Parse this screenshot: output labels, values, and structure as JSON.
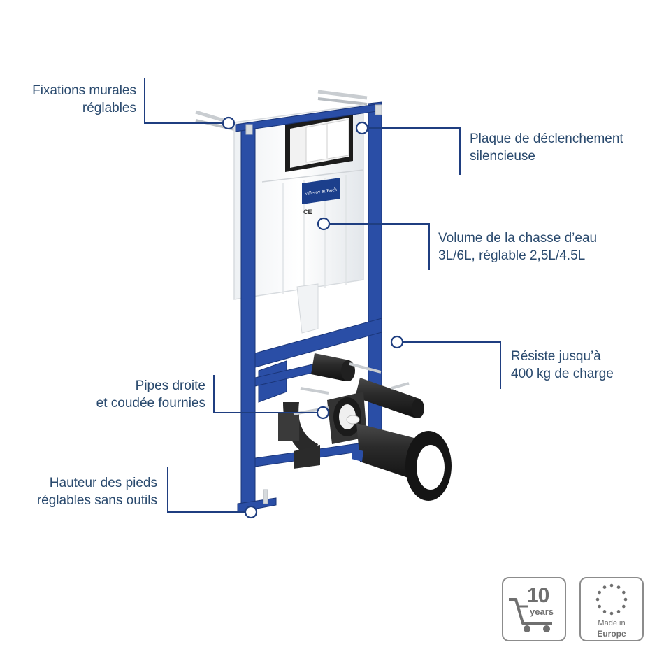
{
  "callouts": {
    "wall_fixings": [
      "Fixations murales",
      "réglables"
    ],
    "flush_plate": [
      "Plaque de déclenchement",
      "silencieuse"
    ],
    "flush_volume": [
      "Volume de la chasse d’eau",
      "3L/6L, réglable 2,5L/4.5L"
    ],
    "load": [
      "Résiste jusqu’à",
      "400 kg de charge"
    ],
    "pipes": [
      "Pipes droite",
      "et coudée fournies"
    ],
    "feet": [
      "Hauteur  des pieds",
      "réglables sans outils"
    ]
  },
  "product_label": {
    "brand": "Villeroy & Boch",
    "mark": "CE"
  },
  "badges": {
    "warranty": {
      "number": "10",
      "unit": "years",
      "icon": "shopping-cart-icon"
    },
    "origin": {
      "line1": "Made in",
      "line2": "Europe",
      "icon": "eu-stars-icon"
    }
  },
  "colors": {
    "callout_text": "#2a4a6e",
    "callout_line": "#1f3e80",
    "frame_blue": "#2a4ea6",
    "badge_grey": "#8c8c8c"
  }
}
